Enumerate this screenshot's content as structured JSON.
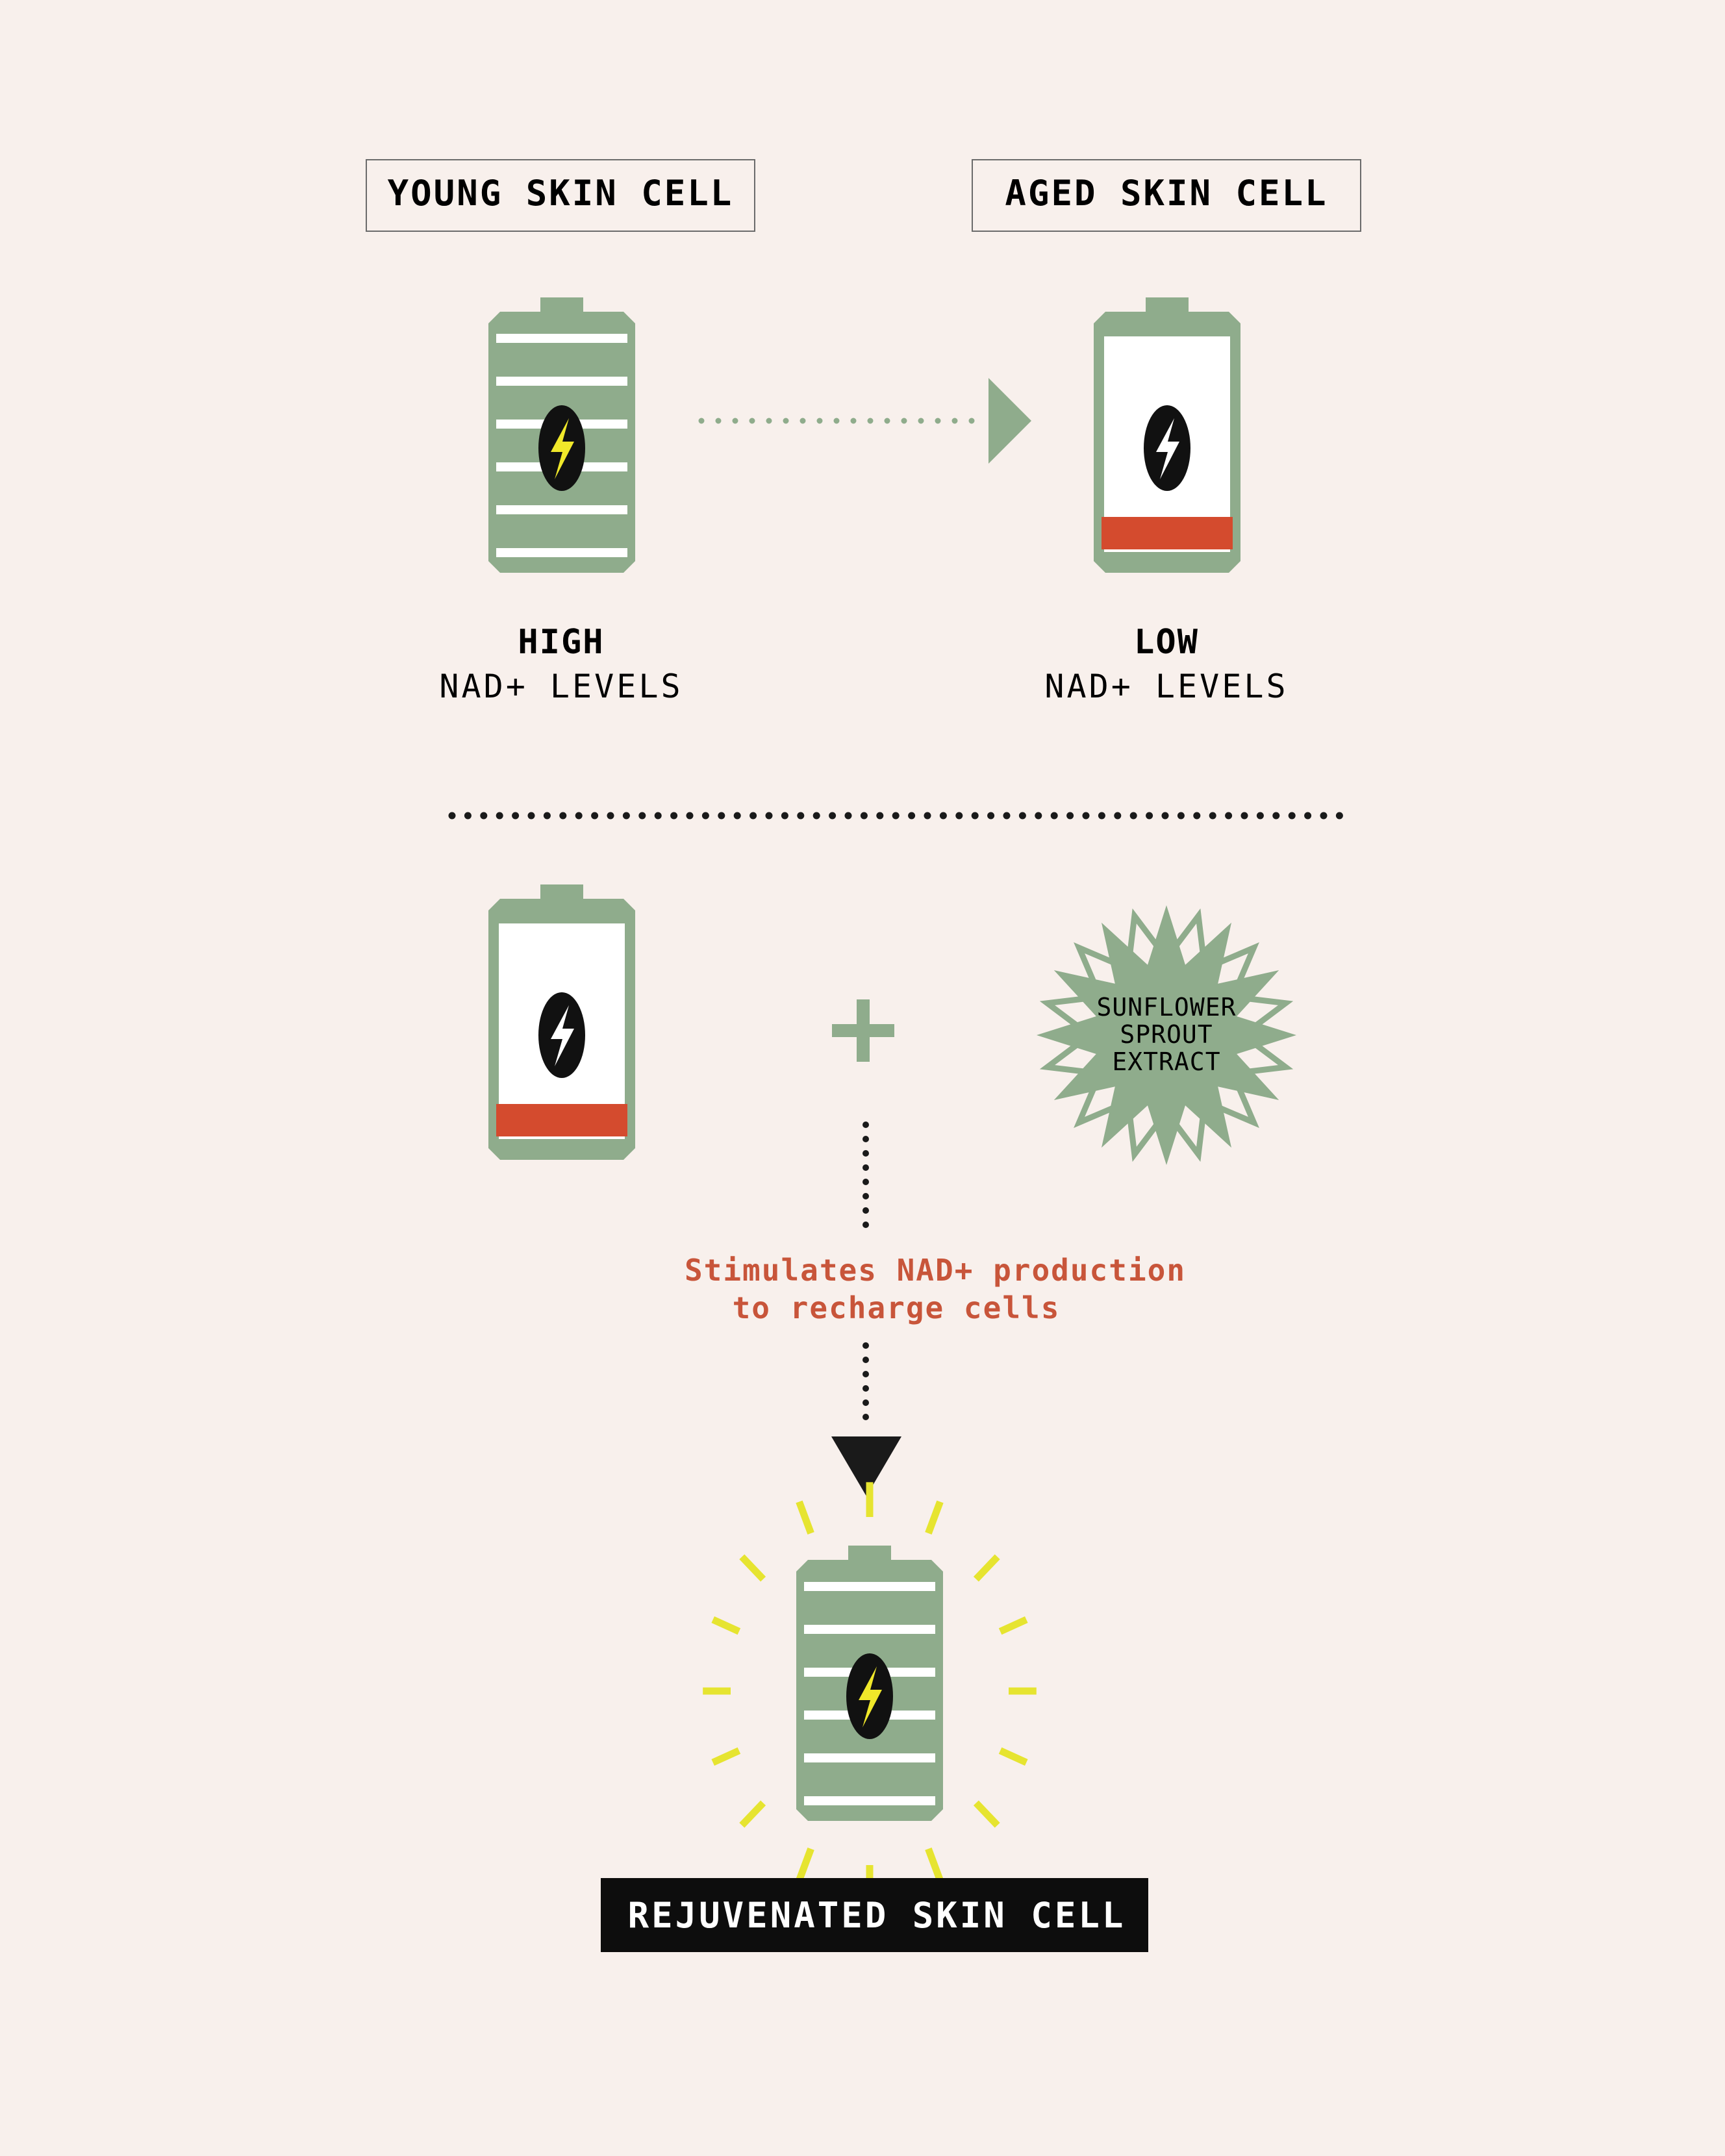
{
  "labels": {
    "young": "YOUNG SKIN CELL",
    "aged": "AGED SKIN CELL",
    "high_title": "HIGH",
    "high_sub": "NAD+ LEVELS",
    "low_title": "LOW",
    "low_sub": "NAD+ LEVELS",
    "extract_line1": "SUNFLOWER",
    "extract_line2": "SPROUT",
    "extract_line3": "EXTRACT",
    "stimulates_line1": "Stimulates NAD+ production",
    "stimulates_line2": "to recharge cells",
    "rejuvenated": "REJUVENATED SKIN CELL"
  },
  "colors": {
    "background": "#f8f0ec",
    "battery_green": "#8fac8c",
    "low_red": "#d44b2e",
    "bolt_yellow": "#f0e82a",
    "text_red": "#c8553a",
    "ink": "#1a1a1a"
  },
  "icons": [
    "battery-full-icon",
    "battery-low-icon",
    "lightning-bolt-icon",
    "starburst-icon",
    "plus-icon",
    "arrow-right-icon",
    "arrow-down-icon"
  ]
}
